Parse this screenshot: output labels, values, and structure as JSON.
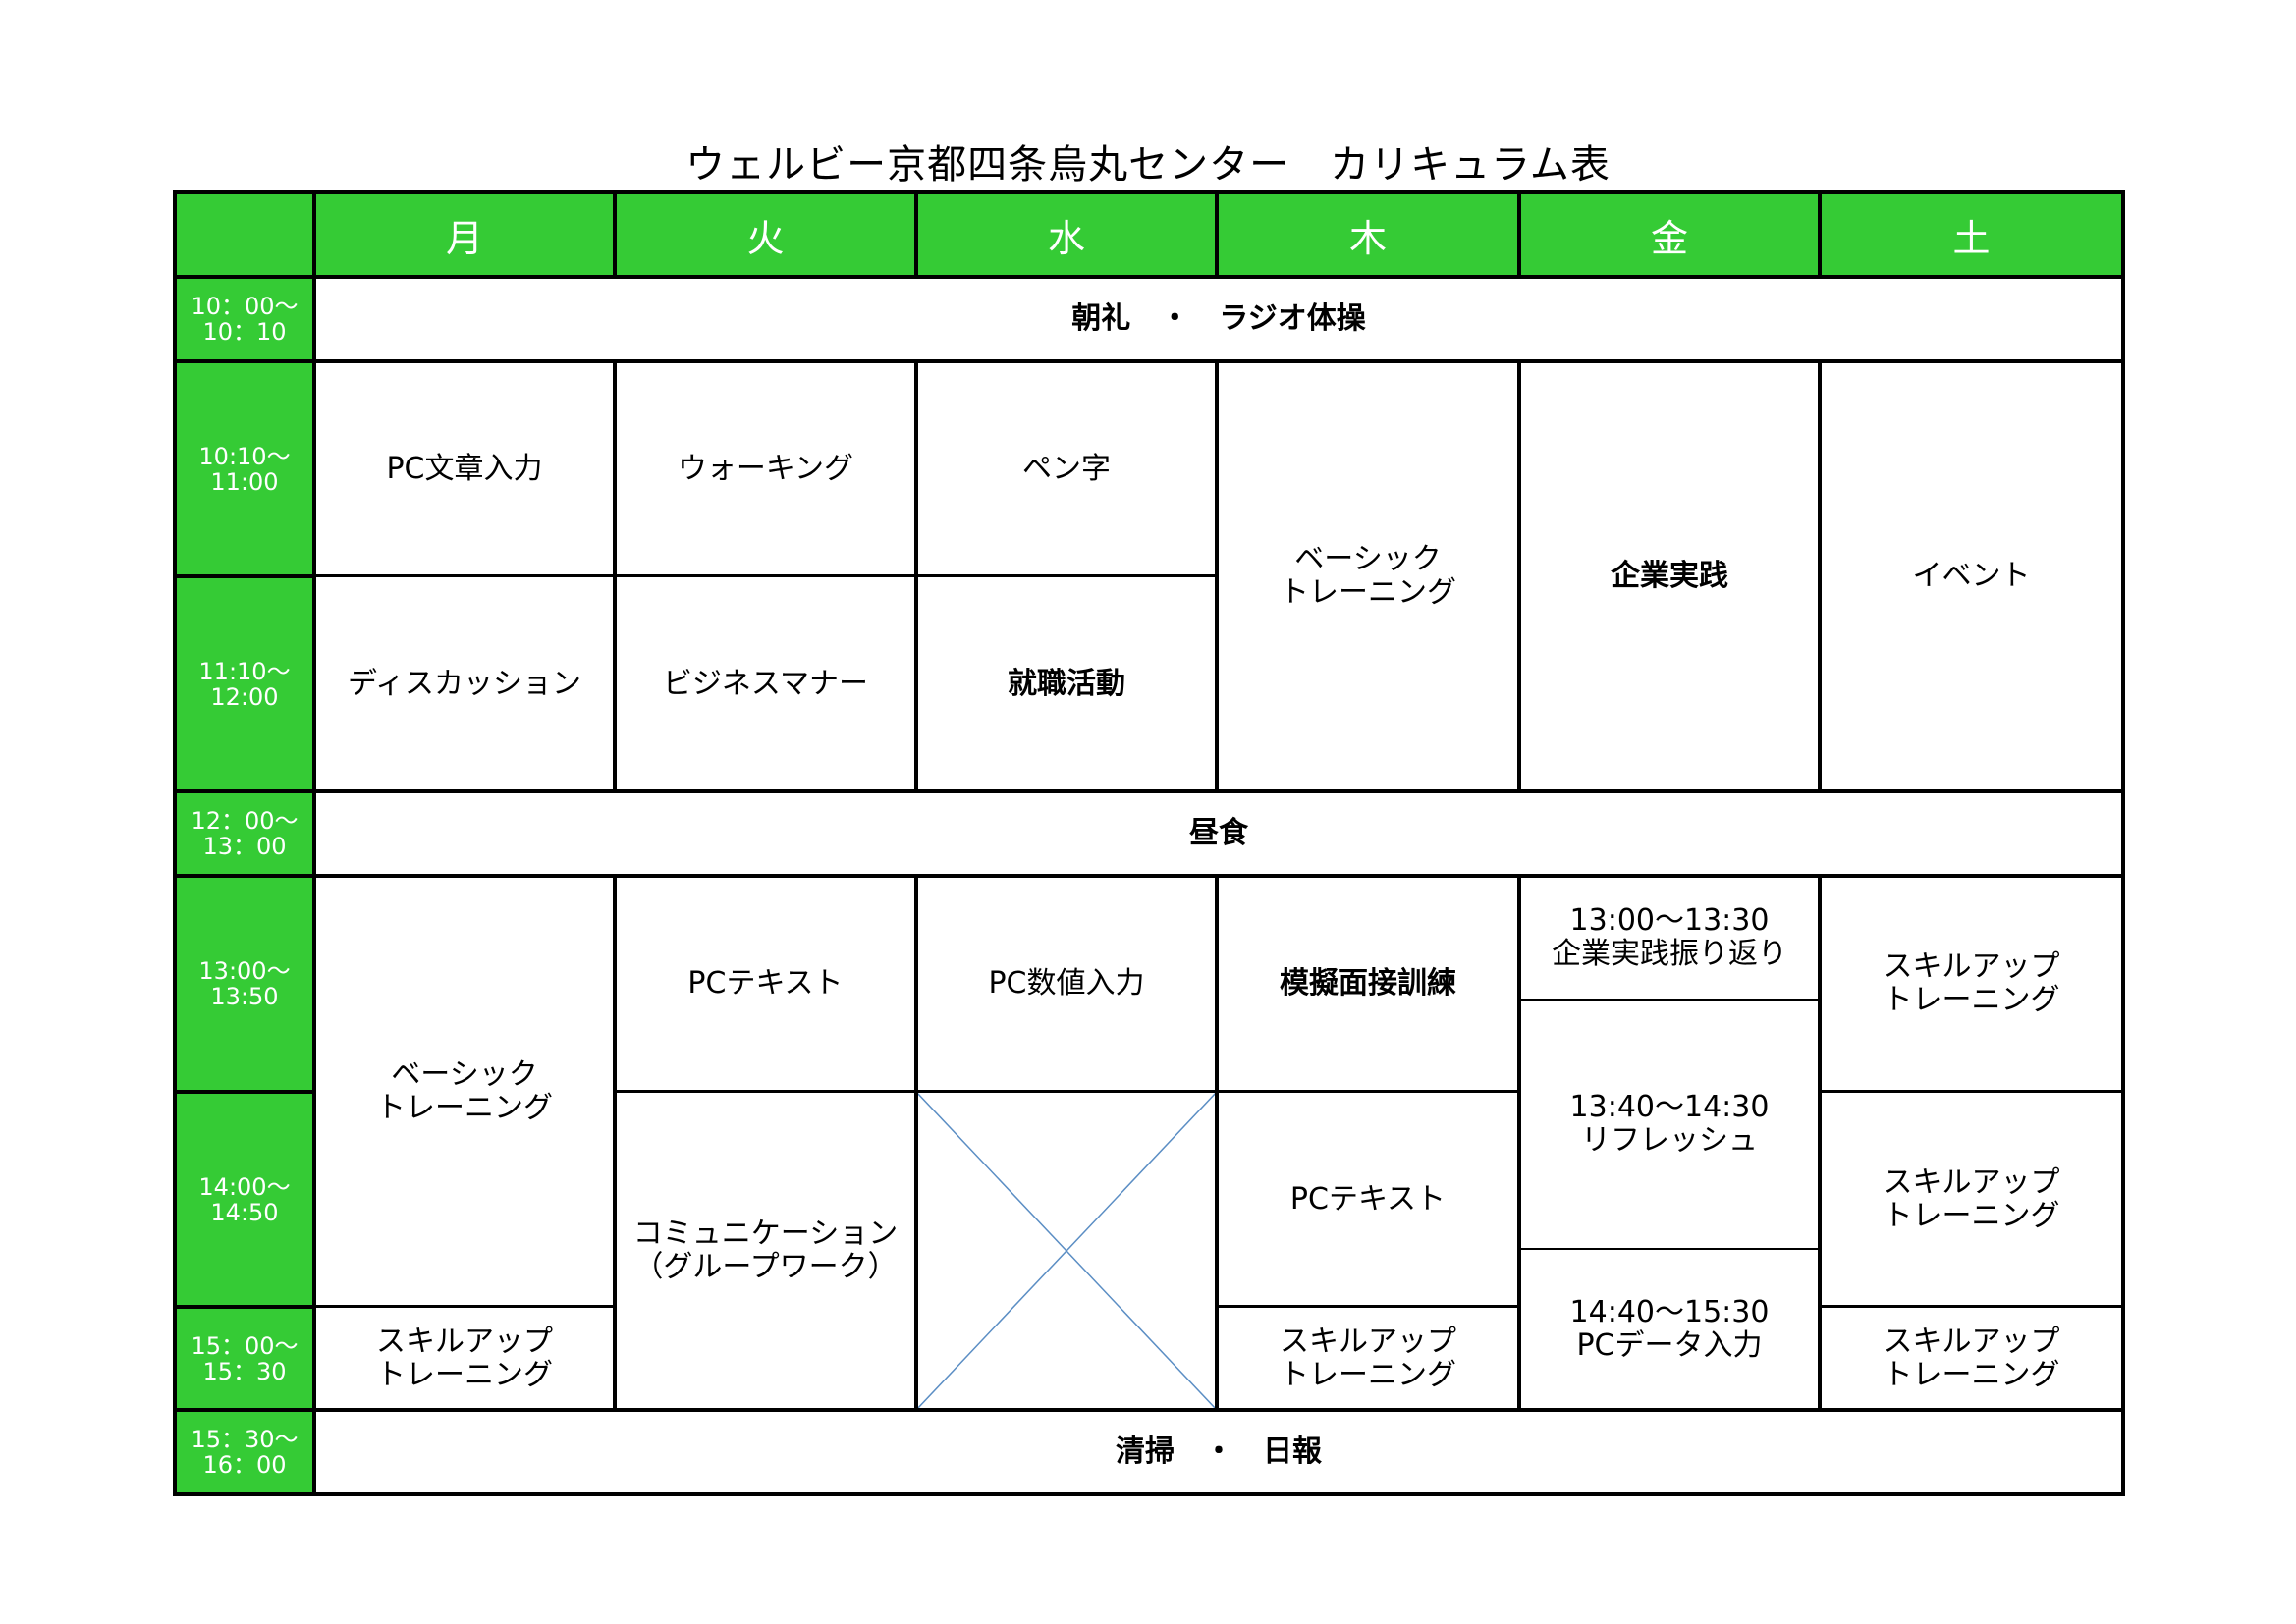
{
  "title": "ウェルビー京都四条烏丸センター　カリキュラム表",
  "colors": {
    "header_green": "#35cb35",
    "border": "#000000",
    "cross_line": "#5b8ec4"
  },
  "days": [
    "月",
    "火",
    "水",
    "木",
    "金",
    "土"
  ],
  "times": [
    "10：00～\n10：10",
    "10:10～\n11:00",
    "11:10～\n12:00",
    "12：00～\n13：00",
    "13:00～\n13:50",
    "14:00～\n14:50",
    "15：00～\n15：30",
    "15：30～\n16：00"
  ],
  "spanning": {
    "morning": "朝礼　・　ラジオ体操",
    "lunch": "昼食",
    "closing": "清掃　・　日報"
  },
  "mon": {
    "p1": "PC文章入力",
    "p2": "ディスカッション",
    "p3": "ベーシック\nトレーニング",
    "p4": "スキルアップ\nトレーニング"
  },
  "tue": {
    "p1": "ウォーキング",
    "p2": "ビジネスマナー",
    "p3": "PCテキスト",
    "p4": "コミュニケーション\n（グループワーク）"
  },
  "wed": {
    "p1": "ペン字",
    "p2": "就職活動",
    "p3": "PC数値入力",
    "p4": ""
  },
  "thu": {
    "p1": "ベーシック\nトレーニング",
    "p3": "模擬面接訓練",
    "p4": "PCテキスト",
    "p5": "スキルアップ\nトレーニング"
  },
  "fri": {
    "p1": "企業実践",
    "p3": "13:00～13:30\n企業実践振り返り",
    "p4": "13:40～14:30\nリフレッシュ",
    "p5": "14:40～15:30\nPCデータ入力"
  },
  "sat": {
    "p1": "イベント",
    "p3": "スキルアップ\nトレーニング",
    "p4": "スキルアップ\nトレーニング",
    "p5": "スキルアップ\nトレーニング"
  }
}
